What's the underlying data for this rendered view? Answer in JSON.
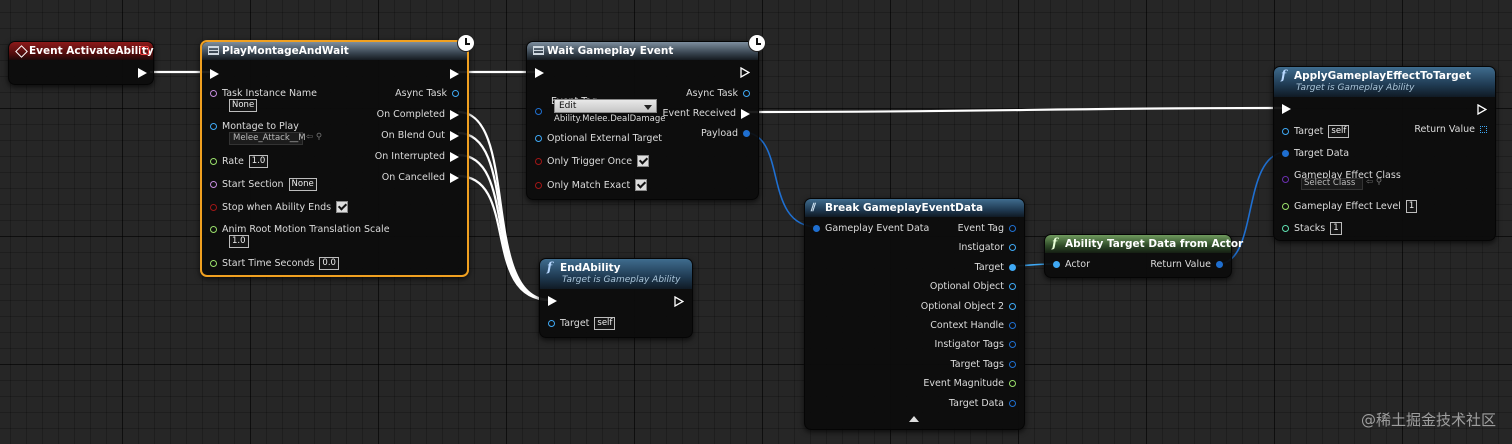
{
  "nodes": {
    "event_activate": {
      "title": "Event ActivateAbility"
    },
    "play_montage": {
      "title": "PlayMontageAndWait",
      "inputs": {
        "task_instance_name": "Task Instance Name",
        "task_instance_value": "None",
        "montage_to_play": "Montage to Play",
        "montage_value": "Melee_Attack__M",
        "rate": "Rate",
        "rate_value": "1.0",
        "start_section": "Start Section",
        "start_section_value": "None",
        "stop_when_ability_ends": "Stop when Ability Ends",
        "anim_root_motion": "Anim Root Motion Translation Scale",
        "anim_root_motion_value": "1.0",
        "start_time_seconds": "Start Time Seconds",
        "start_time_value": "0.0"
      },
      "outputs": {
        "async_task": "Async Task",
        "on_completed": "On Completed",
        "on_blend_out": "On Blend Out",
        "on_interrupted": "On Interrupted",
        "on_cancelled": "On Cancelled"
      }
    },
    "wait_event": {
      "title": "Wait Gameplay Event",
      "inputs": {
        "event_tag": "Event Tag",
        "event_tag_button": "Edit",
        "event_tag_value": "Ability.Melee.DealDamage",
        "optional_external_target": "Optional External Target",
        "only_trigger_once": "Only Trigger Once",
        "only_match_exact": "Only Match Exact"
      },
      "outputs": {
        "async_task": "Async Task",
        "event_received": "Event Received",
        "payload": "Payload"
      }
    },
    "end_ability": {
      "title": "EndAbility",
      "subtitle": "Target is Gameplay Ability",
      "target": "Target",
      "target_value": "self"
    },
    "break_event_data": {
      "title": "Break GameplayEventData",
      "input": "Gameplay Event Data",
      "outputs": [
        "Event Tag",
        "Instigator",
        "Target",
        "Optional Object",
        "Optional Object 2",
        "Context Handle",
        "Instigator Tags",
        "Target Tags",
        "Event Magnitude",
        "Target Data"
      ]
    },
    "target_data_from_actor": {
      "title": "Ability Target Data from Actor",
      "input": "Actor",
      "output": "Return Value"
    },
    "apply_effect": {
      "title": "ApplyGameplayEffectToTarget",
      "subtitle": "Target is Gameplay Ability",
      "target": "Target",
      "target_value": "self",
      "return_value": "Return Value",
      "target_data": "Target Data",
      "effect_class": "Gameplay Effect Class",
      "effect_class_value": "Select Class",
      "effect_level": "Gameplay Effect Level",
      "effect_level_value": "1",
      "stacks": "Stacks",
      "stacks_value": "1"
    }
  },
  "colors": {
    "exec": "#ffffff",
    "object": "#3fa9f5",
    "struct": "#1f6fd0",
    "float": "#9ae06b",
    "name": "#c48bdc",
    "bool": "#a01616",
    "class": "#6b2fb0"
  },
  "watermark": "@稀土掘金技术社区"
}
